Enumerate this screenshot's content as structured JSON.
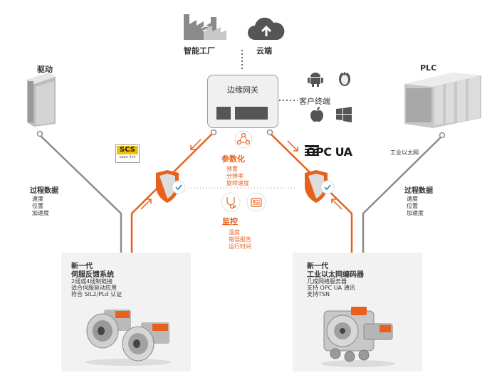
{
  "cloud": {
    "smart_factory": "智能工厂",
    "cloud_end": "云端"
  },
  "gateway": {
    "label": "边缘网关",
    "clients_label": "客户终端"
  },
  "left": {
    "title": "驱动",
    "process_data": "过程数据",
    "items": [
      "速度",
      "位置",
      "加速度"
    ],
    "scs_top": "SCS",
    "scs_bottom": "open link"
  },
  "right": {
    "title": "PLC",
    "ethernet": "工业以太网",
    "process_data": "过程数据",
    "items": [
      "速度",
      "位置",
      "加速度"
    ],
    "opc_ua": "OPC UA"
  },
  "center": {
    "params_title": "参数化",
    "params": [
      "预置",
      "分辨率",
      "旋转速度"
    ],
    "monitor_title": "监控",
    "monitor": [
      "温度",
      "错误报告",
      "运行时间"
    ]
  },
  "panel_left": {
    "line1": "新一代",
    "line2": "伺服反馈系统",
    "desc": [
      "2线或4线制链接",
      "适合伺服驱动应用",
      "符合 SIL2/PLd 认证"
    ]
  },
  "panel_right": {
    "line1": "新一代",
    "line2": "工业以太网编码器",
    "desc": [
      "几成网络服务器",
      "支持 OPC UA 通讯",
      "支持TSN"
    ]
  },
  "colors": {
    "accent": "#e8601c",
    "gray_line": "#8c8c8c",
    "panel": "#f2f2f2",
    "dark": "#555555"
  }
}
